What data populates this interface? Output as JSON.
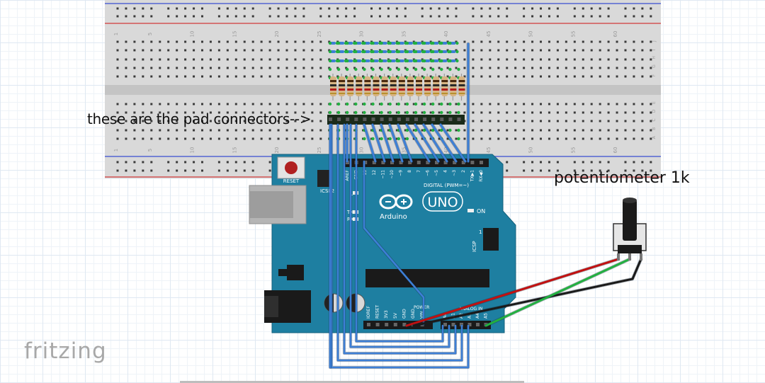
{
  "labels": {
    "pad_connectors": "these are the pad connectors-->",
    "potentiometer": "potentiometer 1k",
    "logo": "fritzing"
  },
  "breadboard": {
    "column_numbers": [
      "1",
      "5",
      "10",
      "15",
      "20",
      "25",
      "30",
      "35",
      "40",
      "45",
      "50",
      "55",
      "60"
    ],
    "row_letters_top": [
      "J",
      "I",
      "H",
      "G",
      "F"
    ],
    "row_letters_bottom": [
      "E",
      "D",
      "C",
      "B",
      "A"
    ]
  },
  "arduino": {
    "brand": "Arduino",
    "model": "UNO",
    "reset_label": "RESET",
    "icsp2_label": "ICSP2",
    "icsp_label": "ICSP",
    "on_label": "ON",
    "tx_label": "TX",
    "rx_label": "RX",
    "l_label": "L",
    "digital_label": "DIGITAL (PWM=~)",
    "power_label": "POWER",
    "analog_label": "ANALOG IN",
    "digital_pins": [
      "AREF",
      "GND",
      "13",
      "12",
      "~11",
      "~10",
      "~9",
      "8",
      "7",
      "~6",
      "~5",
      "4",
      "~3",
      "2",
      "TX▶1",
      "RX◀0"
    ],
    "power_pins": [
      "IOREF",
      "RESET",
      "3V3",
      "5V",
      "GND",
      "GND",
      "VIN"
    ],
    "analog_pins": [
      "A0",
      "A1",
      "A2",
      "A3",
      "A4",
      "A5"
    ],
    "icsp_pin_1": "1"
  },
  "colors": {
    "breadboard": "#d9d9d9",
    "board": "#1e7fa1",
    "wire_blue": "#3d7fd6",
    "wire_red": "#c21010",
    "wire_green": "#22b040",
    "wire_black": "#1a1a1a",
    "rail_red": "#d23a3a",
    "rail_blue": "#3a4fd2"
  }
}
